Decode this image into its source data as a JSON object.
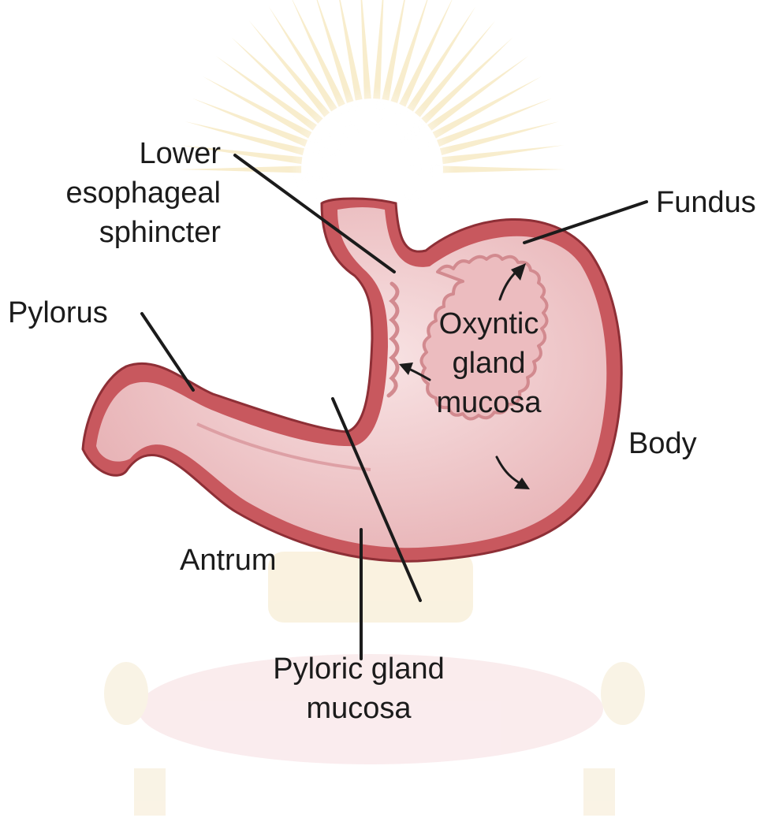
{
  "colors": {
    "wall": "#c8585e",
    "wall_dark": "#8e2f36",
    "lumen": "#efc7c9",
    "mucosa": "#e6a6aa",
    "watermark": "#f3dfa6",
    "line": "#1b1b1b"
  },
  "labels": {
    "les": [
      "Lower",
      "esophageal",
      "sphincter"
    ],
    "fundus": "Fundus",
    "pylorus": "Pylorus",
    "oxyntic": [
      "Oxyntic",
      "gland",
      "mucosa"
    ],
    "body": "Body",
    "antrum": "Antrum",
    "pyloric_gland": [
      "Pyloric gland",
      "mucosa"
    ]
  }
}
